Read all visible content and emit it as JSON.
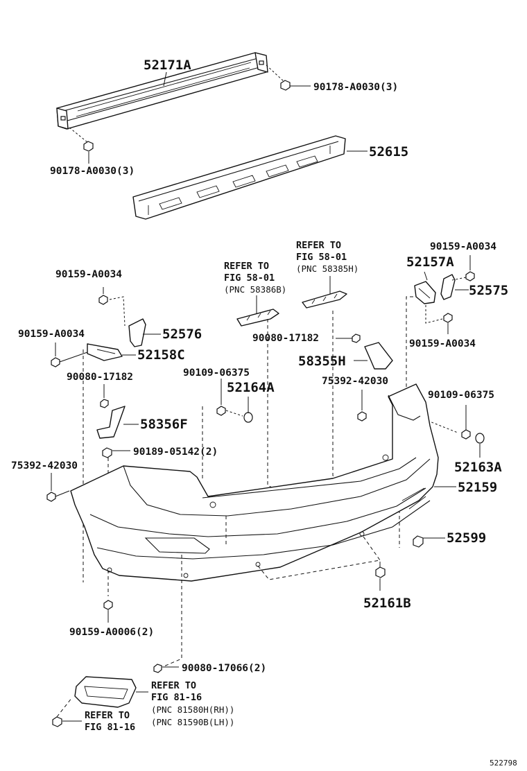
{
  "diagram_id": "522798",
  "labels": {
    "reinforcement": "52171A",
    "reinforcement_nut": "90178-A0030(3)",
    "reinforcement_nut_lower": "90178-A0030(3)",
    "absorber": "52615",
    "ref_5801_a_l1": "REFER TO",
    "ref_5801_a_l2": "FIG 58-01",
    "ref_5801_a_l3": "(PNC 58386B)",
    "ref_5801_b_l1": "REFER TO",
    "ref_5801_b_l2": "FIG 58-01",
    "ref_5801_b_l3": "(PNC 58385H)",
    "screw_left_top": "90159-A0034",
    "screw_right_top": "90159-A0034",
    "screw_right_lower": "90159-A0034",
    "screw_left_mid": "90159-A0034",
    "retainer_rh": "52157A",
    "retainer_rh_small": "52575",
    "retainer_lh_small": "52576",
    "retainer_lh": "52158C",
    "clip_left": "90080-17182",
    "clip_mid": "90080-17182",
    "grommet_left": "90109-06375",
    "grommet_right": "90109-06375",
    "cover_left": "52164A",
    "cover_right": "52163A",
    "bracket_rh": "58355H",
    "bracket_lh": "58356F",
    "rivet_left": "75392-42030",
    "rivet_mid": "75392-42030",
    "nut_bracket": "90189-05142(2)",
    "bumper_cover": "52159",
    "screw_side": "52599",
    "clip_bottom": "52161B",
    "screw_bottom": "90159-A0006(2)",
    "clip_lamp": "90080-17066(2)",
    "ref_8116_a_l1": "REFER TO",
    "ref_8116_a_l2": "FIG 81-16",
    "ref_8116_a_l3": "(PNC 81580H(RH))",
    "ref_8116_a_l4": "(PNC 81590B(LH))",
    "ref_8116_b_l1": "REFER TO",
    "ref_8116_b_l2": "FIG 81-16"
  }
}
